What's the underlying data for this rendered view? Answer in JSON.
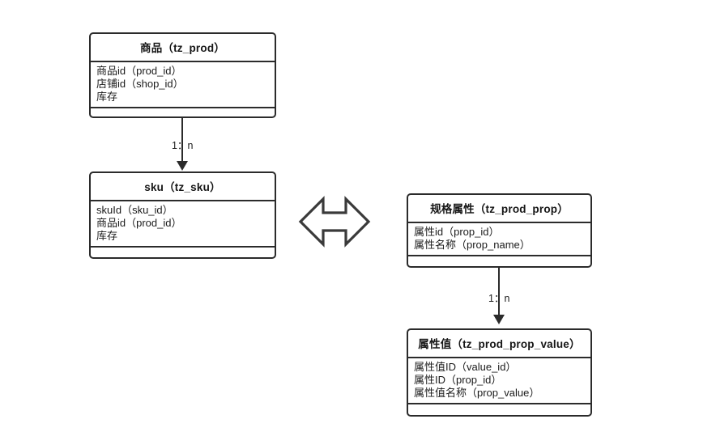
{
  "diagram": {
    "type": "er-diagram",
    "title": "",
    "colors": {
      "stroke": "#2b2b2b",
      "text": "#1b1b1b",
      "background": "#ffffff"
    },
    "entities": [
      {
        "id": "prod",
        "header": "商品（tz_prod）",
        "fields": [
          "商品id（prod_id）",
          "店铺id（shop_id）",
          "库存"
        ]
      },
      {
        "id": "sku",
        "header": "sku（tz_sku）",
        "fields": [
          "skuId（sku_id）",
          "商品id（prod_id）",
          "库存"
        ]
      },
      {
        "id": "prop",
        "header": "规格属性（tz_prod_prop）",
        "fields": [
          "属性id（prop_id）",
          "属性名称（prop_name）"
        ]
      },
      {
        "id": "propvalue",
        "header": "属性值（tz_prod_prop_value）",
        "fields": [
          "属性值ID（value_id）",
          "属性ID（prop_id）",
          "属性值名称（prop_value）"
        ]
      }
    ],
    "connectors": [
      {
        "id": "prod-sku",
        "from": "prod",
        "to": "sku",
        "label": "1：n"
      },
      {
        "id": "prop-value",
        "from": "prop",
        "to": "propvalue",
        "label": "1：n"
      }
    ],
    "relation_symbol": {
      "name": "double-headed-arrow",
      "between": [
        "sku",
        "prop"
      ]
    }
  }
}
